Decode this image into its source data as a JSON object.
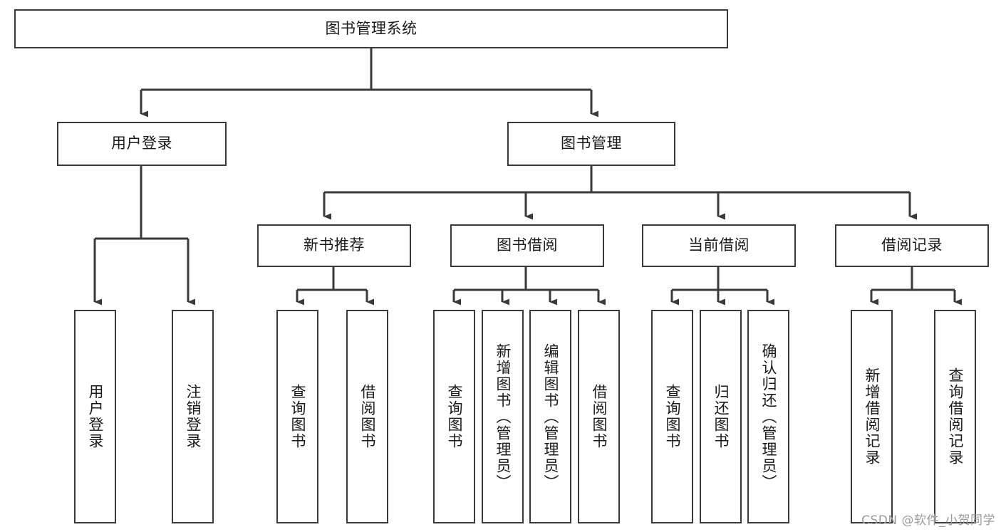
{
  "meta": {
    "title": "图书管理系统 功能结构图",
    "watermark": "CSDN @软件_小贺同学",
    "colors": {
      "stroke": "#3a3a3a",
      "node_fill": "#ffffff",
      "text": "#1a1a1a",
      "background": "#ffffff",
      "watermark": "#9a9a9a"
    }
  },
  "diagram": {
    "type": "tree",
    "orientation": "top-down",
    "root": {
      "id": "root",
      "label": "图书管理系统"
    },
    "level2": [
      {
        "id": "user-login",
        "label": "用户登录"
      },
      {
        "id": "book-management",
        "label": "图书管理"
      }
    ],
    "level3": [
      {
        "id": "new-book-recommend",
        "label": "新书推荐",
        "parent": "book-management"
      },
      {
        "id": "book-borrow",
        "label": "图书借阅",
        "parent": "book-management"
      },
      {
        "id": "current-borrow",
        "label": "当前借阅",
        "parent": "book-management"
      },
      {
        "id": "borrow-record",
        "label": "借阅记录",
        "parent": "book-management"
      }
    ],
    "leaves": [
      {
        "id": "leaf-user-login",
        "label": "用户登录",
        "parent": "user-login"
      },
      {
        "id": "leaf-logout",
        "label": "注销登录",
        "parent": "user-login"
      },
      {
        "id": "leaf-query-book-1",
        "label": "查询图书",
        "parent": "new-book-recommend"
      },
      {
        "id": "leaf-borrow-book-1",
        "label": "借阅图书",
        "parent": "new-book-recommend"
      },
      {
        "id": "leaf-query-book-2",
        "label": "查询图书",
        "parent": "book-borrow"
      },
      {
        "id": "leaf-add-book",
        "label": "新增图书（管理员）",
        "parent": "book-borrow"
      },
      {
        "id": "leaf-edit-book",
        "label": "编辑图书（管理员）",
        "parent": "book-borrow"
      },
      {
        "id": "leaf-borrow-book-2",
        "label": "借阅图书",
        "parent": "book-borrow"
      },
      {
        "id": "leaf-query-book-3",
        "label": "查询图书",
        "parent": "current-borrow"
      },
      {
        "id": "leaf-return-book",
        "label": "归还图书",
        "parent": "current-borrow"
      },
      {
        "id": "leaf-confirm-return",
        "label": "确认归还（管理员）",
        "parent": "current-borrow"
      },
      {
        "id": "leaf-add-record",
        "label": "新增借阅记录",
        "parent": "borrow-record"
      },
      {
        "id": "leaf-query-record",
        "label": "查询借阅记录",
        "parent": "borrow-record"
      }
    ]
  }
}
